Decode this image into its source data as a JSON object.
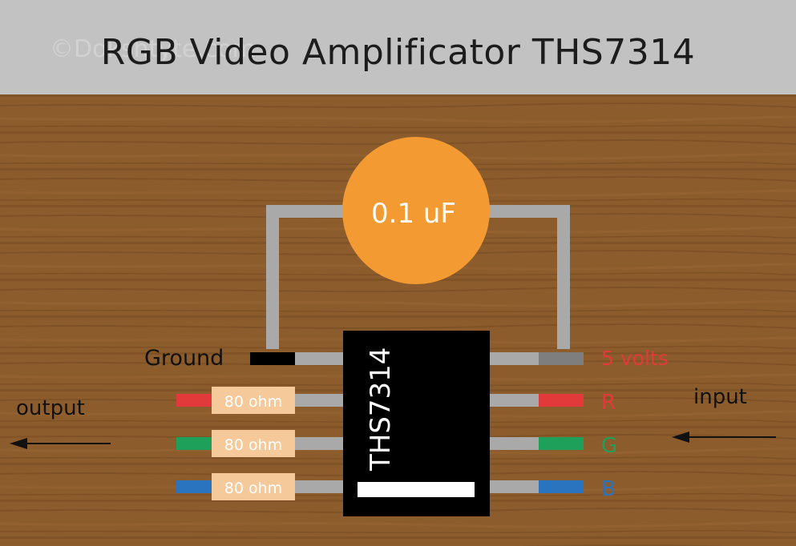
{
  "title": "RGB Video Amplificator THS7314",
  "watermark": "©Dokshtyte.com",
  "capacitor_label": "0.1 uF",
  "chip_label": "THS7314",
  "ground_label": "Ground",
  "power_label": "5 volts",
  "output_label": "output",
  "input_label": "input",
  "channels": [
    {
      "name": "R",
      "resistor": "80 ohm",
      "color": "#e23a3a"
    },
    {
      "name": "G",
      "resistor": "80 ohm",
      "color": "#1fa05a"
    },
    {
      "name": "B",
      "resistor": "80 ohm",
      "color": "#2a73bf"
    }
  ],
  "colors": {
    "header_bg": "#c2c2c2",
    "wire": "#a9a9a9",
    "capacitor": "#f39a32",
    "chip": "#000000",
    "resistor": "#f5c99a",
    "power": "#e23a3a"
  }
}
